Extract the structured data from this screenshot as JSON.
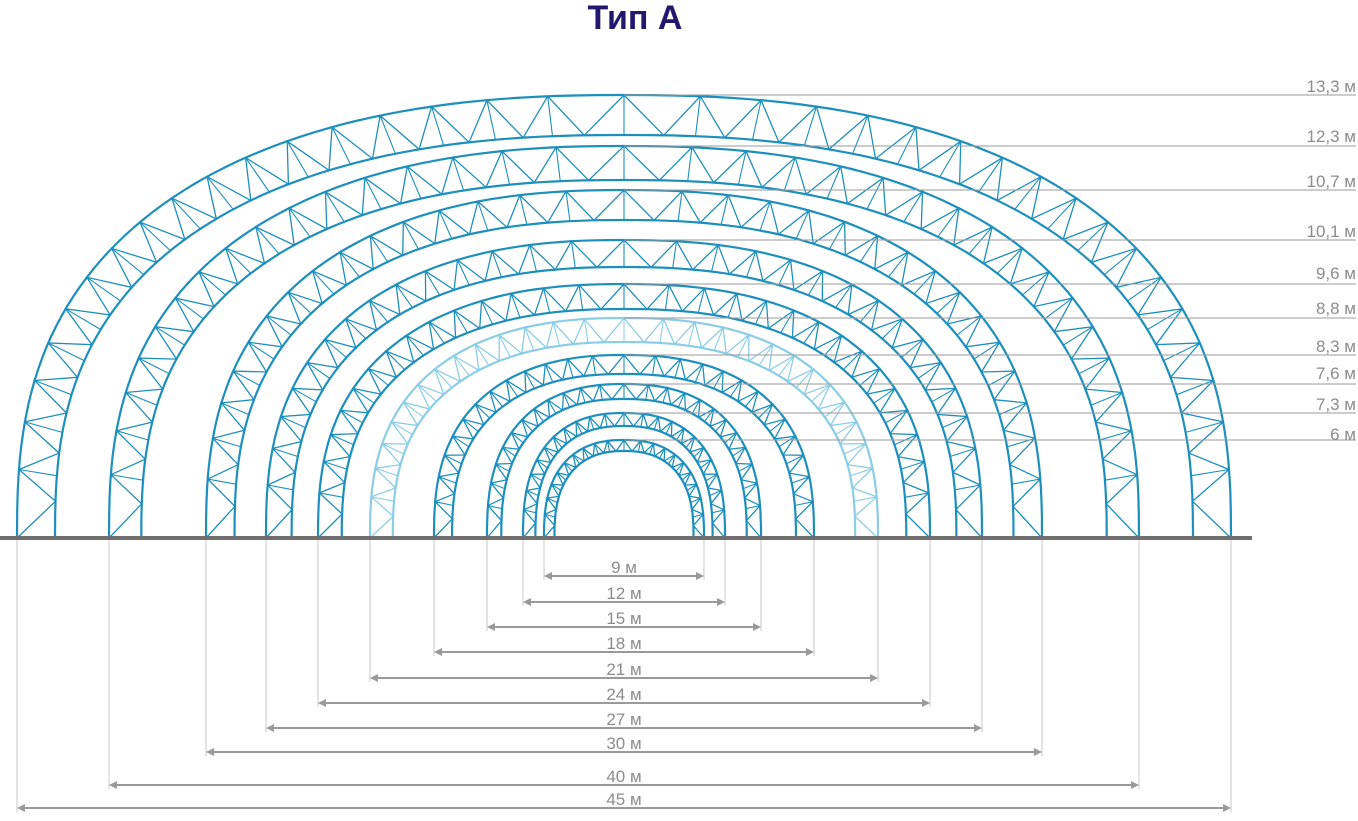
{
  "title": "Тип А",
  "colors": {
    "arch_dark": "#1d8fbd",
    "arch_light": "#8ccde6",
    "dimension": "#9a9a9a",
    "ground": "#6e6e6e",
    "title": "#24186e"
  },
  "arches": [
    {
      "span": "45 м",
      "height": "13,3 м"
    },
    {
      "span": "40 м",
      "height": "12,3 м"
    },
    {
      "span": "30 м",
      "height": "10,7 м"
    },
    {
      "span": "27 м",
      "height": "10,1 м"
    },
    {
      "span": "24 м",
      "height": "9,6 м"
    },
    {
      "span": "21 м",
      "height": "8,8 м"
    },
    {
      "span": "18 м",
      "height": "8,3 м"
    },
    {
      "span": "15 м",
      "height": "7,6 м"
    },
    {
      "span": "12 м",
      "height": "7,3 м"
    },
    {
      "span": "9 м",
      "height": "6 м"
    }
  ]
}
